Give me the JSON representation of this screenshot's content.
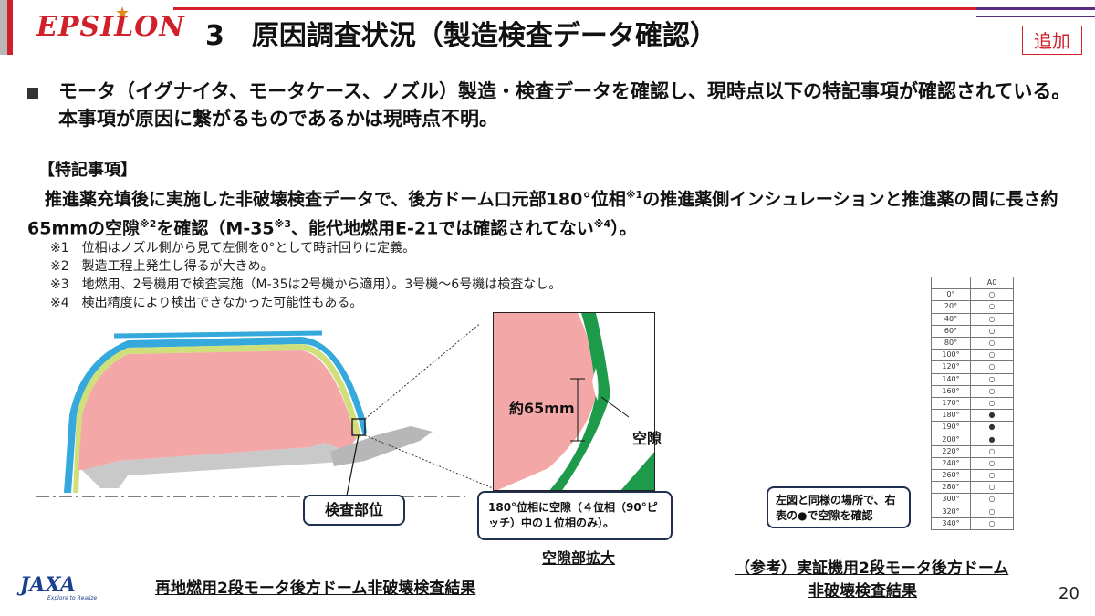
{
  "header": {
    "logo_text": "EPSILON",
    "title": "3　原因調査状況（製造検査データ確認）",
    "badge": "追加"
  },
  "bullet": "モータ（イグナイタ、モータケース、ノズル）製造・検査データを確認し、現時点以下の特記事項が確認されている。本事項が原因に繋がるものであるかは現時点不明。",
  "section_heading": "【特記事項】",
  "body": {
    "p1": "　推進薬充填後に実施した非破壊検査データで、後方ドーム口元部180°位相",
    "s1": "※1",
    "p2": "の推進薬側インシュレーションと推進薬の間に長さ約65mmの空隙",
    "s2": "※2",
    "p3": "を確認（M-35",
    "s3": "※3",
    "p4": "、能代地燃用E-21では確認されてない",
    "s4": "※4",
    "p5": "）。"
  },
  "notes": [
    "※1　位相はノズル側から見て左側を0°として時計回りに定義。",
    "※2　製造工程上発生し得るが大きめ。",
    "※3　地燃用、2号機用で検査実施（M-35は2号機から適用）。3号機～6号機は検査なし。",
    "※4　検出精度により検出できなかった可能性もある。"
  ],
  "figure": {
    "inspection_label": "検査部位",
    "zoom_length_label": "約65mm",
    "zoom_gap_label": "空隙",
    "gap_note": "180°位相に空隙（４位相（90°ピッチ）中の１位相のみ）。",
    "gap_caption": "空隙部拡大",
    "main_caption": "再地燃用2段モータ後方ドーム非破壊検査結果"
  },
  "ref_table": {
    "header": [
      "",
      "A0"
    ],
    "rows": [
      [
        "0°",
        "○"
      ],
      [
        "20°",
        "○"
      ],
      [
        "40°",
        "○"
      ],
      [
        "60°",
        "○"
      ],
      [
        "80°",
        "○"
      ],
      [
        "100°",
        "○"
      ],
      [
        "120°",
        "○"
      ],
      [
        "140°",
        "○"
      ],
      [
        "160°",
        "○"
      ],
      [
        "170°",
        "○"
      ],
      [
        "180°",
        "●"
      ],
      [
        "190°",
        "●"
      ],
      [
        "200°",
        "●"
      ],
      [
        "220°",
        "○"
      ],
      [
        "240°",
        "○"
      ],
      [
        "260°",
        "○"
      ],
      [
        "280°",
        "○"
      ],
      [
        "300°",
        "○"
      ],
      [
        "320°",
        "○"
      ],
      [
        "340°",
        "○"
      ]
    ],
    "note": "左図と同様の場所で、右表の●で空隙を確認",
    "caption1": "（参考）実証機用2段モータ後方ドーム",
    "caption2": "非破壊検査結果"
  },
  "footer": {
    "jaxa": "JAXA",
    "jaxa_tagline": "Explore to Realize",
    "page_number": "20"
  }
}
